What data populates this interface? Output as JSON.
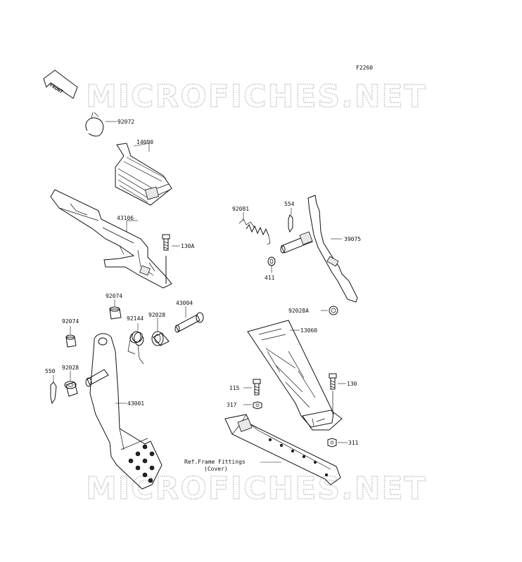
{
  "diagram": {
    "code": "F2260",
    "front_label": "FRONT",
    "watermark": "MICROFICHES.NET",
    "parts": [
      {
        "id": "p92072",
        "label": "92072"
      },
      {
        "id": "p14090",
        "label": "14090"
      },
      {
        "id": "p43106",
        "label": "43106"
      },
      {
        "id": "p130A",
        "label": "130A"
      },
      {
        "id": "p92081",
        "label": "92081"
      },
      {
        "id": "p554",
        "label": "554"
      },
      {
        "id": "p39075",
        "label": "39075"
      },
      {
        "id": "p411",
        "label": "411"
      },
      {
        "id": "p92074a",
        "label": "92074"
      },
      {
        "id": "p43004",
        "label": "43004"
      },
      {
        "id": "p92144",
        "label": "92144"
      },
      {
        "id": "p92028a",
        "label": "92028"
      },
      {
        "id": "p92028A",
        "label": "92028A"
      },
      {
        "id": "p92074b",
        "label": "92074"
      },
      {
        "id": "p13060",
        "label": "13060"
      },
      {
        "id": "p550",
        "label": "550"
      },
      {
        "id": "p92028b",
        "label": "92028"
      },
      {
        "id": "p43001",
        "label": "43001"
      },
      {
        "id": "p115",
        "label": "115"
      },
      {
        "id": "p130",
        "label": "130"
      },
      {
        "id": "p317",
        "label": "317"
      },
      {
        "id": "p311",
        "label": "311"
      }
    ],
    "reference_note": {
      "line1": "Ref.Frame Fittings",
      "line2": "(Cover)"
    }
  }
}
